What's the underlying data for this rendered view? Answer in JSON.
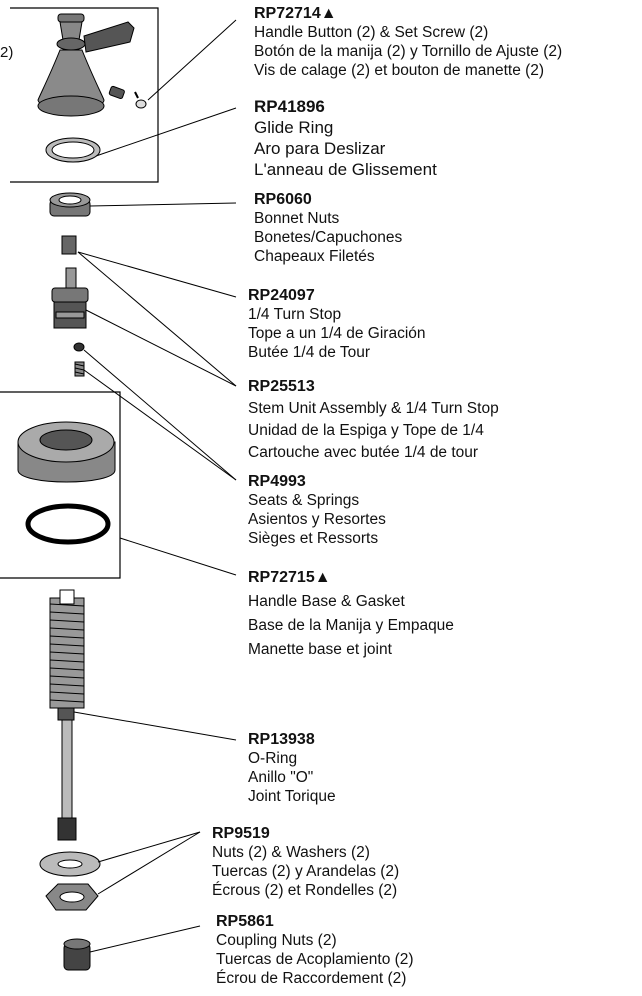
{
  "edge_text": "2)",
  "parts": [
    {
      "part_number": "RP72714",
      "lines": [
        "Handle Button (2) & Set Screw (2)",
        "Botón de la manija (2) y Tornillo de Ajuste (2)",
        "Vis de calage (2) et bouton de manette (2)"
      ]
    },
    {
      "part_number": "RP41896",
      "lines": [
        "Glide Ring",
        "Aro para Deslizar",
        "L'anneau de Glissement"
      ]
    },
    {
      "part_number": "RP6060",
      "lines": [
        "Bonnet Nuts",
        "Bonetes/Capuchones",
        "Chapeaux Filetés"
      ]
    },
    {
      "part_number": "RP24097",
      "lines": [
        "1/4 Turn Stop",
        "Tope a un 1/4 de Giración",
        "Butée 1/4 de Tour"
      ]
    },
    {
      "part_number": "RP25513",
      "lines": [
        "Stem Unit Assembly & 1/4 Turn Stop",
        "Unidad de la Espiga y Tope de 1/4",
        "Cartouche avec butée 1/4 de tour"
      ]
    },
    {
      "part_number": "RP4993",
      "lines": [
        "Seats & Springs",
        "Asientos y Resortes",
        "Sièges et Ressorts"
      ]
    },
    {
      "part_number": "RP72715",
      "lines": [
        "Handle Base & Gasket",
        "Base de la Manija y Empaque",
        "Manette base et joint"
      ]
    },
    {
      "part_number": "RP13938",
      "lines": [
        "O-Ring",
        "Anillo \"O\"",
        "Joint Torique"
      ]
    },
    {
      "part_number": "RP9519",
      "lines": [
        "Nuts (2) & Washers (2)",
        "Tuercas (2) y Arandelas (2)",
        "Écrous (2) et Rondelles (2)"
      ]
    },
    {
      "part_number": "RP5861",
      "lines": [
        "Coupling Nuts (2)",
        "Tuercas de Acoplamiento (2)",
        "Écrou de Raccordement (2)"
      ]
    }
  ],
  "symbols": {
    "triangle": "▲"
  }
}
